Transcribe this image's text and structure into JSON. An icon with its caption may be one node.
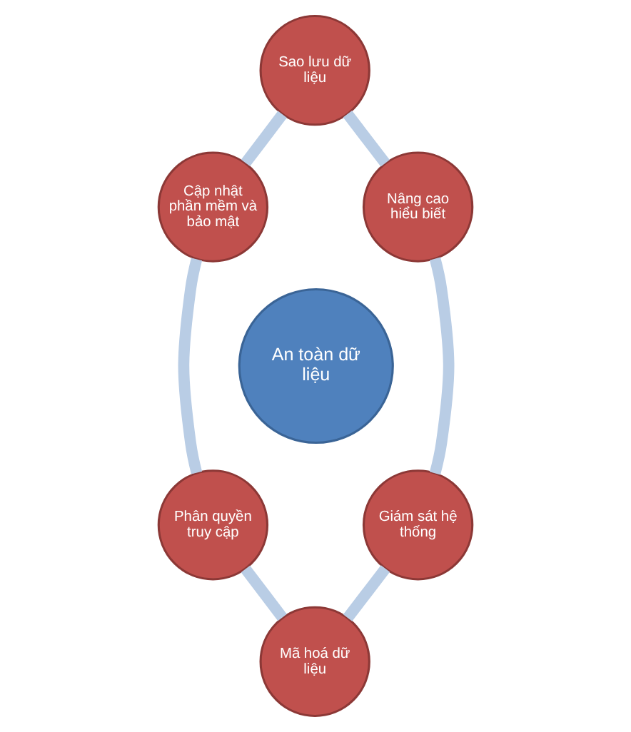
{
  "diagram": {
    "nodes": [
      {
        "text": [
          "Sao lưu dữ liệu"
        ]
      },
      {
        "text": [
          "Nâng cao hiểu biết"
        ]
      },
      {
        "text": [
          "Cập nhật phần mềm và bảo mật"
        ]
      },
      {
        "text": [
          "An toàn dữ liệu"
        ]
      },
      {
        "text": [
          "Giám sát hệ thống"
        ]
      },
      {
        "text": [
          "Phân quyền truy cập"
        ]
      },
      {
        "text": [
          "Mã hoá dữ liệu"
        ]
      }
    ],
    "edges": [
      {
        "from": 0,
        "to": 2,
        "arrow": "none"
      },
      {
        "from": 2,
        "to": 5,
        "arrow": "none"
      },
      {
        "from": 5,
        "to": 6,
        "arrow": "none"
      },
      {
        "from": 6,
        "to": 4,
        "arrow": "none"
      },
      {
        "from": 4,
        "to": 1,
        "arrow": "none"
      },
      {
        "from": 1,
        "to": 0,
        "arrow": "none"
      }
    ]
  }
}
